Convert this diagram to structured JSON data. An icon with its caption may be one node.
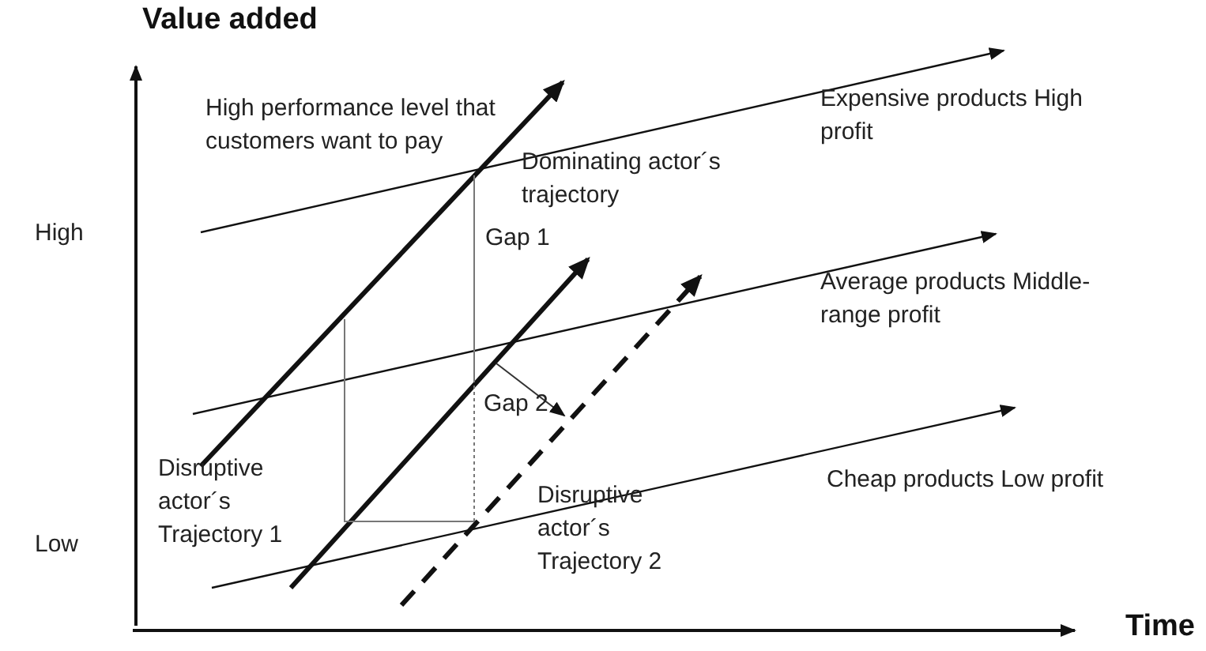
{
  "diagram": {
    "labels": [
      "Value added",
      "High",
      "High performance level that customers want to pay",
      "Dominating actor´s trajectory",
      "Expensive products High profit",
      "Gap 1",
      "Average products Middle-range profit",
      "Gap 2",
      "Disruptive actor´s Trajectory 1",
      "Disruptive actor´s Trajectory 2",
      "Low",
      "Cheap products Low profit",
      "Time"
    ]
  }
}
